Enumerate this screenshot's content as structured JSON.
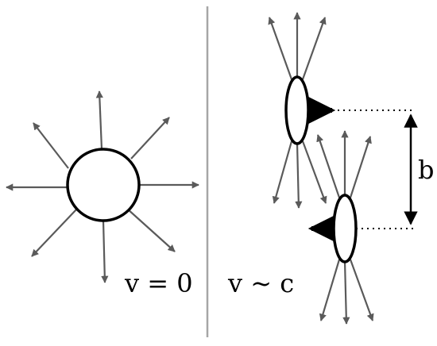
{
  "labels": {
    "rest": "v = 0",
    "relativistic": "v ~ c",
    "impact_parameter": "b"
  },
  "colors": {
    "field_line": "#5a5a5a",
    "divider": "#a6a6a6",
    "outline": "#000000",
    "fill": "#ffffff"
  }
}
